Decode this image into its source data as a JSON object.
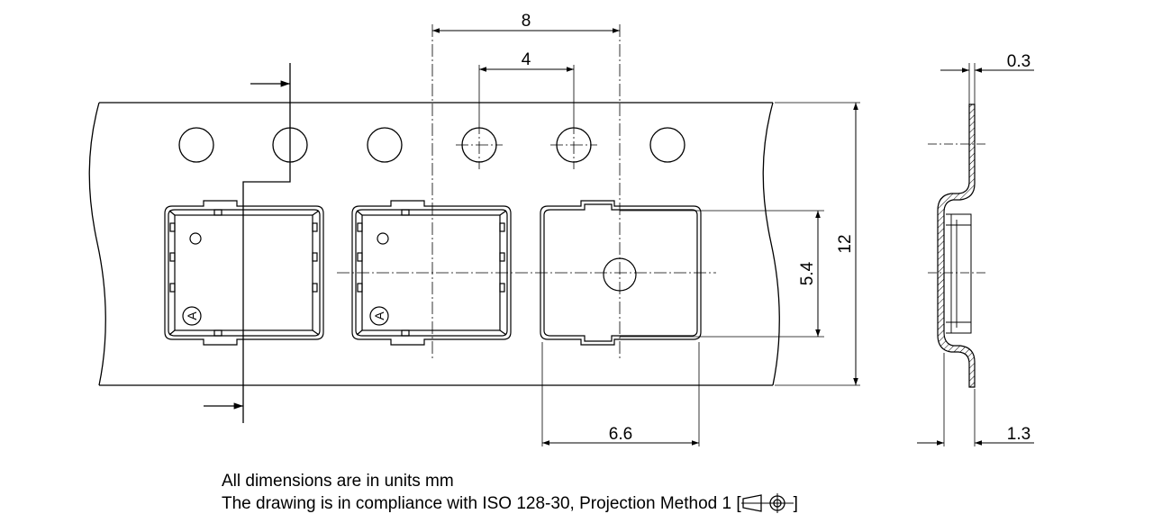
{
  "dimensions": {
    "pitch_sprocket": "8",
    "pitch_cavity": "4",
    "tape_width": "12",
    "pocket_height": "5.4",
    "pocket_width": "6.6",
    "tape_thickness": "0.3",
    "pocket_depth": "1.3"
  },
  "component_marking": "A",
  "notes": {
    "line1": "All dimensions are in units mm",
    "line2": "The drawing is in compliance with ISO 128-30, Projection Method 1 [",
    "line2_end": "]"
  }
}
